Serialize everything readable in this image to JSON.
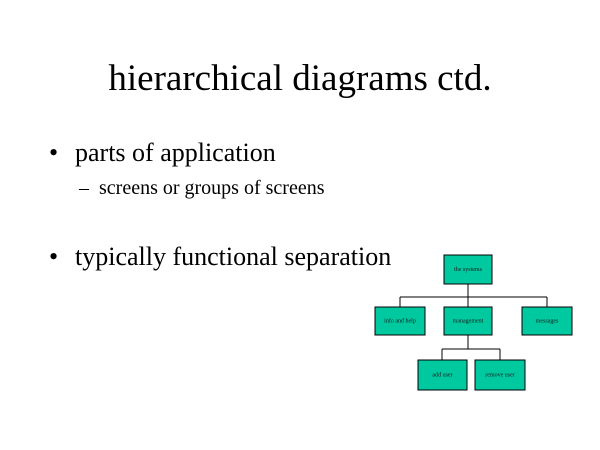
{
  "slide": {
    "title": "hierarchical diagrams ctd.",
    "bullets": [
      {
        "text": "parts of application",
        "sub": [
          "screens or groups of screens"
        ]
      },
      {
        "text": "typically functional separation",
        "sub": []
      }
    ],
    "bullet_glyph": "•",
    "sub_glyph": "–"
  },
  "diagram": {
    "node_color": "#00c9a0",
    "nodes": {
      "root": "the systems",
      "info_help": "info and help",
      "management": "management",
      "messages": "messages",
      "add_user": "add user",
      "remove_user": "remove user"
    }
  }
}
